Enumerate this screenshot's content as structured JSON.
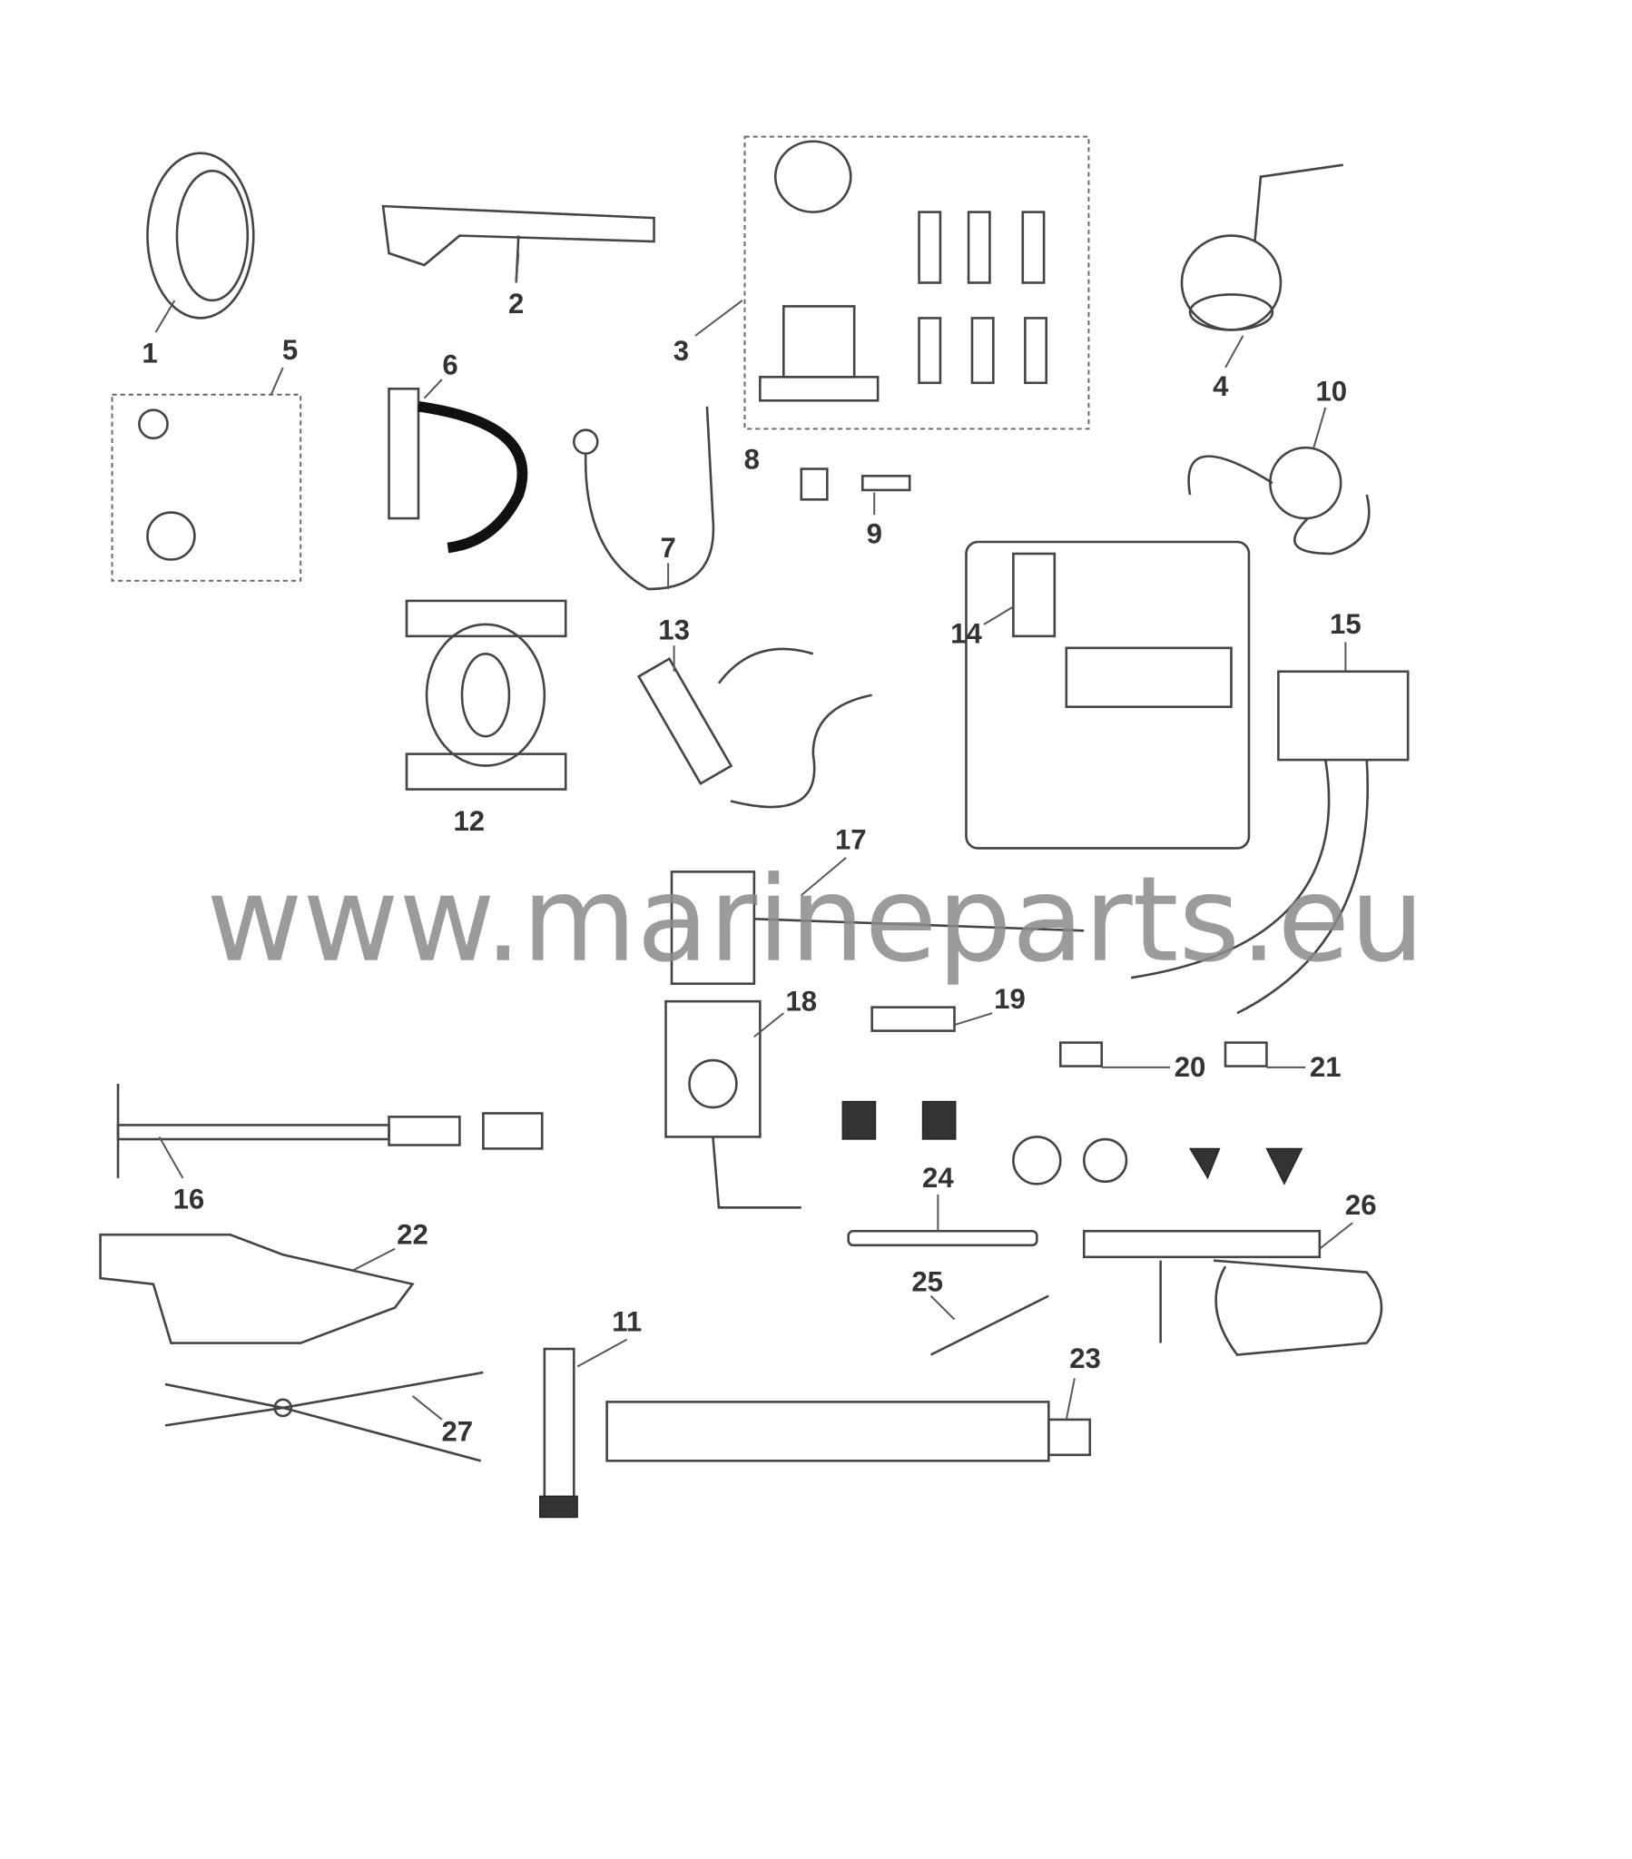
{
  "diagram": {
    "watermark": "www.marineparts.eu",
    "callouts": [
      "1",
      "2",
      "3",
      "4",
      "5",
      "6",
      "7",
      "8",
      "9",
      "10",
      "11",
      "12",
      "13",
      "14",
      "15",
      "16",
      "17",
      "18",
      "19",
      "20",
      "21",
      "22",
      "23",
      "24",
      "25",
      "26",
      "27"
    ]
  }
}
